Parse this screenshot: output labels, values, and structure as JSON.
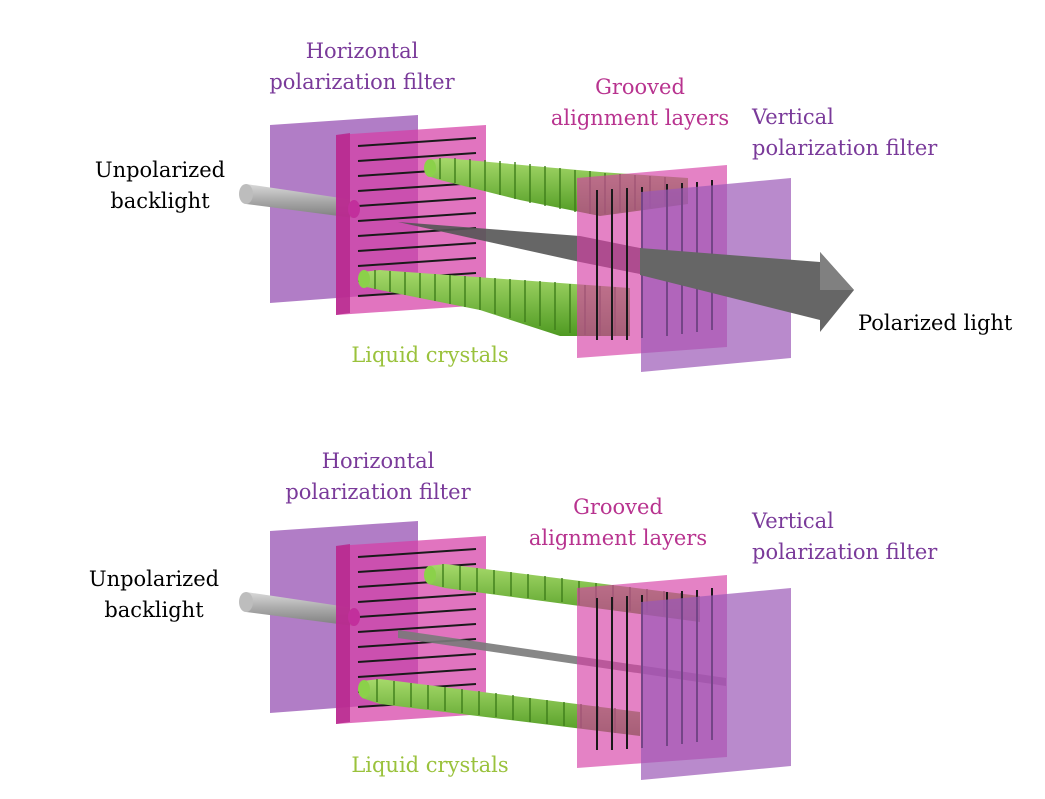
{
  "colors": {
    "polarizer": "#9b59b6",
    "alignment_layer": "#d63fa6",
    "crystal": "#7cc23a",
    "beam": "#7a7a7a",
    "label_black": "#000000",
    "label_purple": "#7a3a9a",
    "label_magenta": "#b8338f",
    "label_green": "#9ac23c"
  },
  "top_panel": {
    "horizontal_filter": {
      "line1": "Horizontal",
      "line2": "polarization filter"
    },
    "alignment_layers": {
      "line1": "Grooved",
      "line2": "alignment layers"
    },
    "vertical_filter": {
      "line1": "Vertical",
      "line2": "polarization filter"
    },
    "backlight": {
      "line1": "Unpolarized",
      "line2": "backlight"
    },
    "output": "Polarized light",
    "crystals": "Liquid crystals"
  },
  "bottom_panel": {
    "horizontal_filter": {
      "line1": "Horizontal",
      "line2": "polarization filter"
    },
    "alignment_layers": {
      "line1": "Grooved",
      "line2": "alignment layers"
    },
    "vertical_filter": {
      "line1": "Vertical",
      "line2": "polarization filter"
    },
    "backlight": {
      "line1": "Unpolarized",
      "line2": "backlight"
    },
    "crystals": "Liquid crystals"
  }
}
